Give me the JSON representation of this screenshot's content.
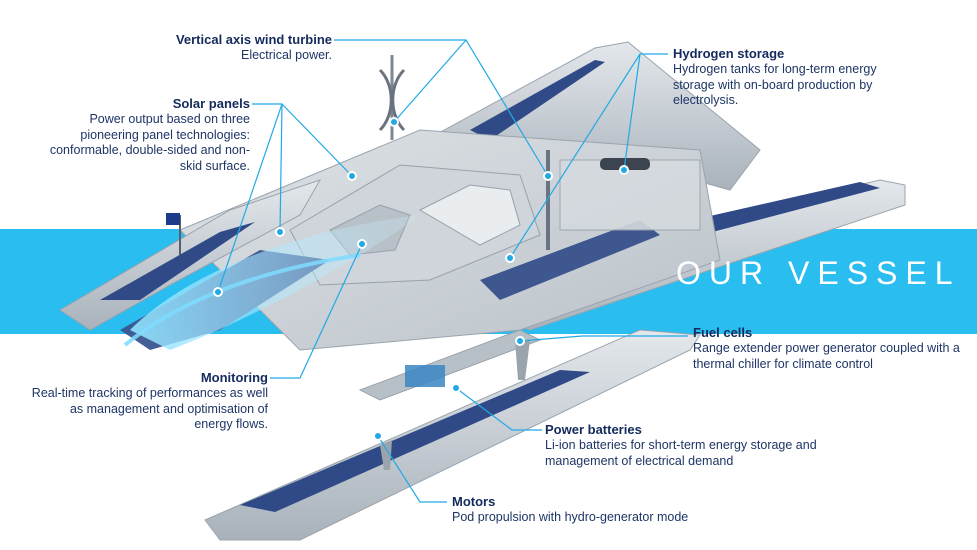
{
  "banner": "OUR VESSEL",
  "callouts": {
    "wind": {
      "title": "Vertical axis wind turbine",
      "desc": "Electrical power."
    },
    "solar": {
      "title": "Solar panels",
      "desc": "Power output based on three pioneering panel technologies: conformable, double-sided and non-skid surface."
    },
    "hydrogen": {
      "title": "Hydrogen storage",
      "desc": "Hydrogen tanks for long-term energy storage with on-board production by electrolysis."
    },
    "monitoring": {
      "title": "Monitoring",
      "desc": "Real-time tracking of performances as well as management and optimisation of energy flows."
    },
    "fuelcells": {
      "title": "Fuel cells",
      "desc": "Range extender power generator coupled with a thermal chiller for climate control"
    },
    "batteries": {
      "title": "Power batteries",
      "desc": "Li-ion batteries for short-term energy storage and management of electrical demand"
    },
    "motors": {
      "title": "Motors",
      "desc": "Pod propulsion with hydro-generator mode"
    }
  },
  "colors": {
    "band": "#29bdf0",
    "accent": "#21a9e6",
    "title": "#142a5c",
    "hull": "#c9d0d7",
    "panel": "#2f4a86"
  }
}
